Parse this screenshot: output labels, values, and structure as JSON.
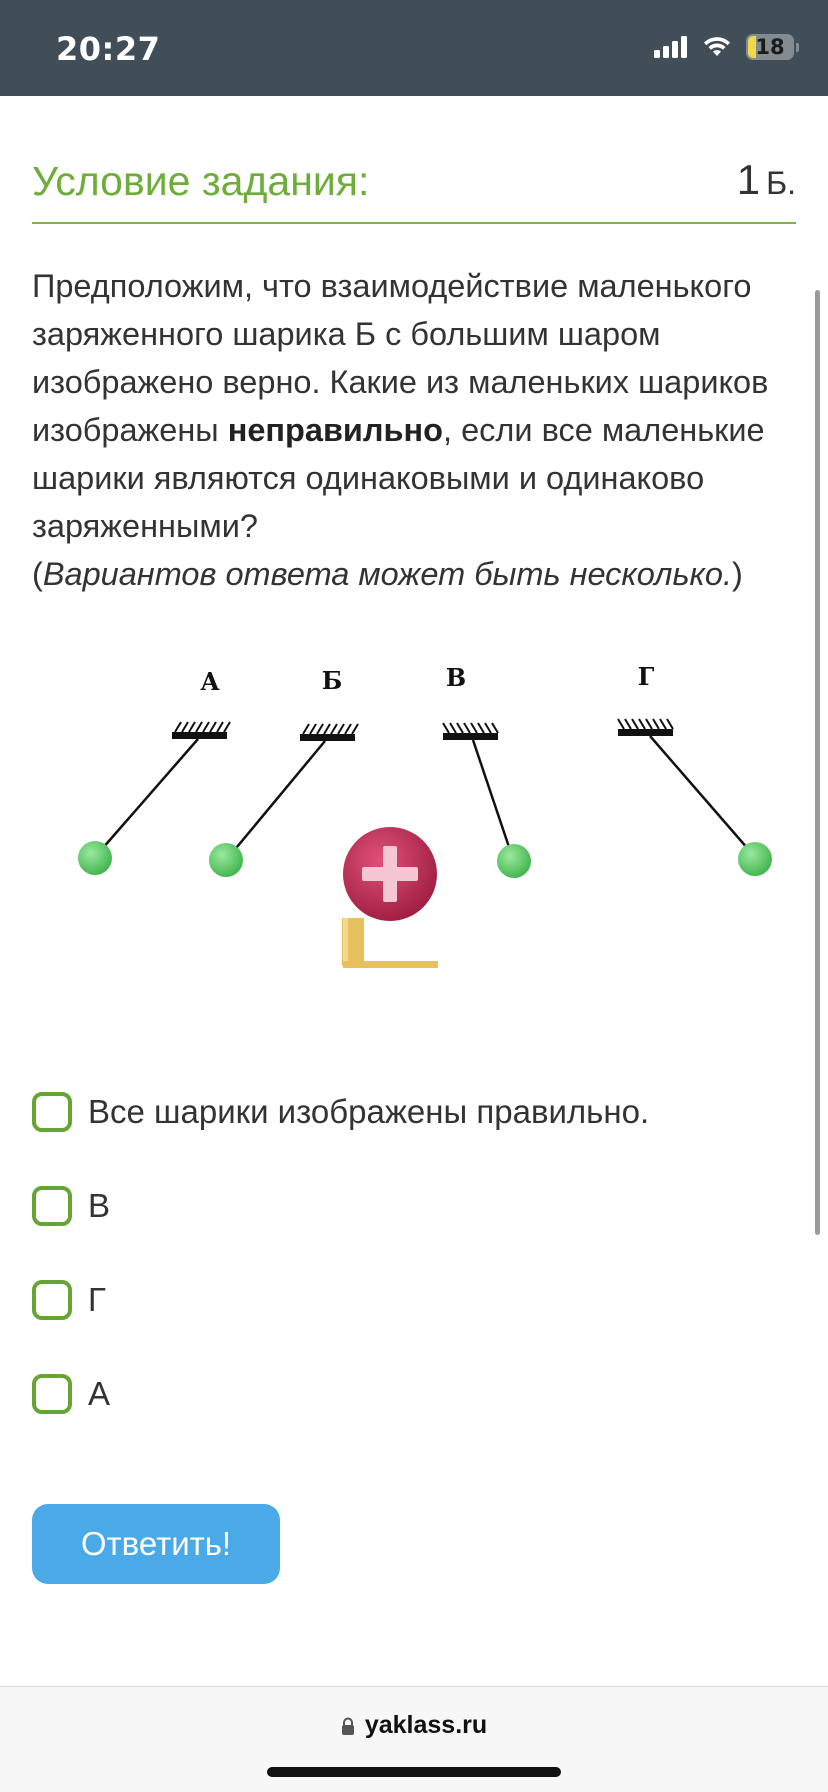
{
  "status": {
    "time": "20:27",
    "battery": "18"
  },
  "task": {
    "title": "Условие задания:",
    "score_number": "1",
    "score_unit": "Б."
  },
  "question": {
    "part1": "Предположим, что взаимодействие маленького заряженного шарика Б с большим шаром изображено верно. Какие из маленьких шариков изображены ",
    "bold": "неправильно",
    "part2": ", если все маленькие шарики являются одинаковыми и одинаково заряженными?",
    "hint_open": "(",
    "hint": "Вариантов ответа может быть несколько.",
    "hint_close": ")"
  },
  "figure": {
    "labels": [
      "А",
      "Б",
      "В",
      "Г"
    ],
    "plus_sign": "+",
    "colors": {
      "small_ball": "#57c95f",
      "big_ball": "#b8264a",
      "stand": "#e8c15f"
    }
  },
  "options": [
    {
      "label": "Все шарики изображены правильно."
    },
    {
      "label": "В"
    },
    {
      "label": "Г"
    },
    {
      "label": "А"
    }
  ],
  "submit_label": "Ответить!",
  "browser": {
    "url": "yaklass.ru"
  },
  "colors": {
    "accent_green": "#6ead3a",
    "button_blue": "#4aa9e7",
    "status_bar": "#414e57"
  }
}
